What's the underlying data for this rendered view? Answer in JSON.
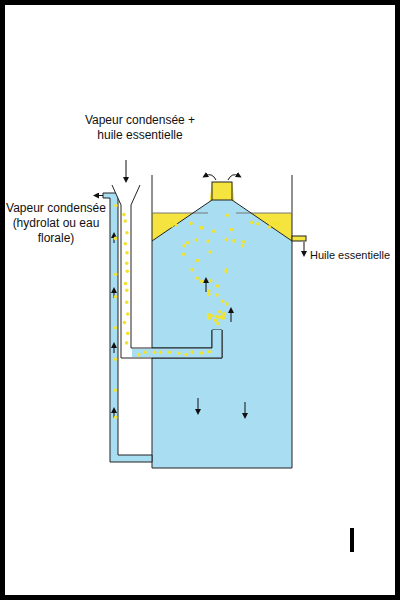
{
  "diagram": {
    "labels": [
      "Vapeur condensée + huile essentielle",
      "Vapeur condensée (hydrolat ou eau florale)",
      "Huile essentielle"
    ]
  }
}
